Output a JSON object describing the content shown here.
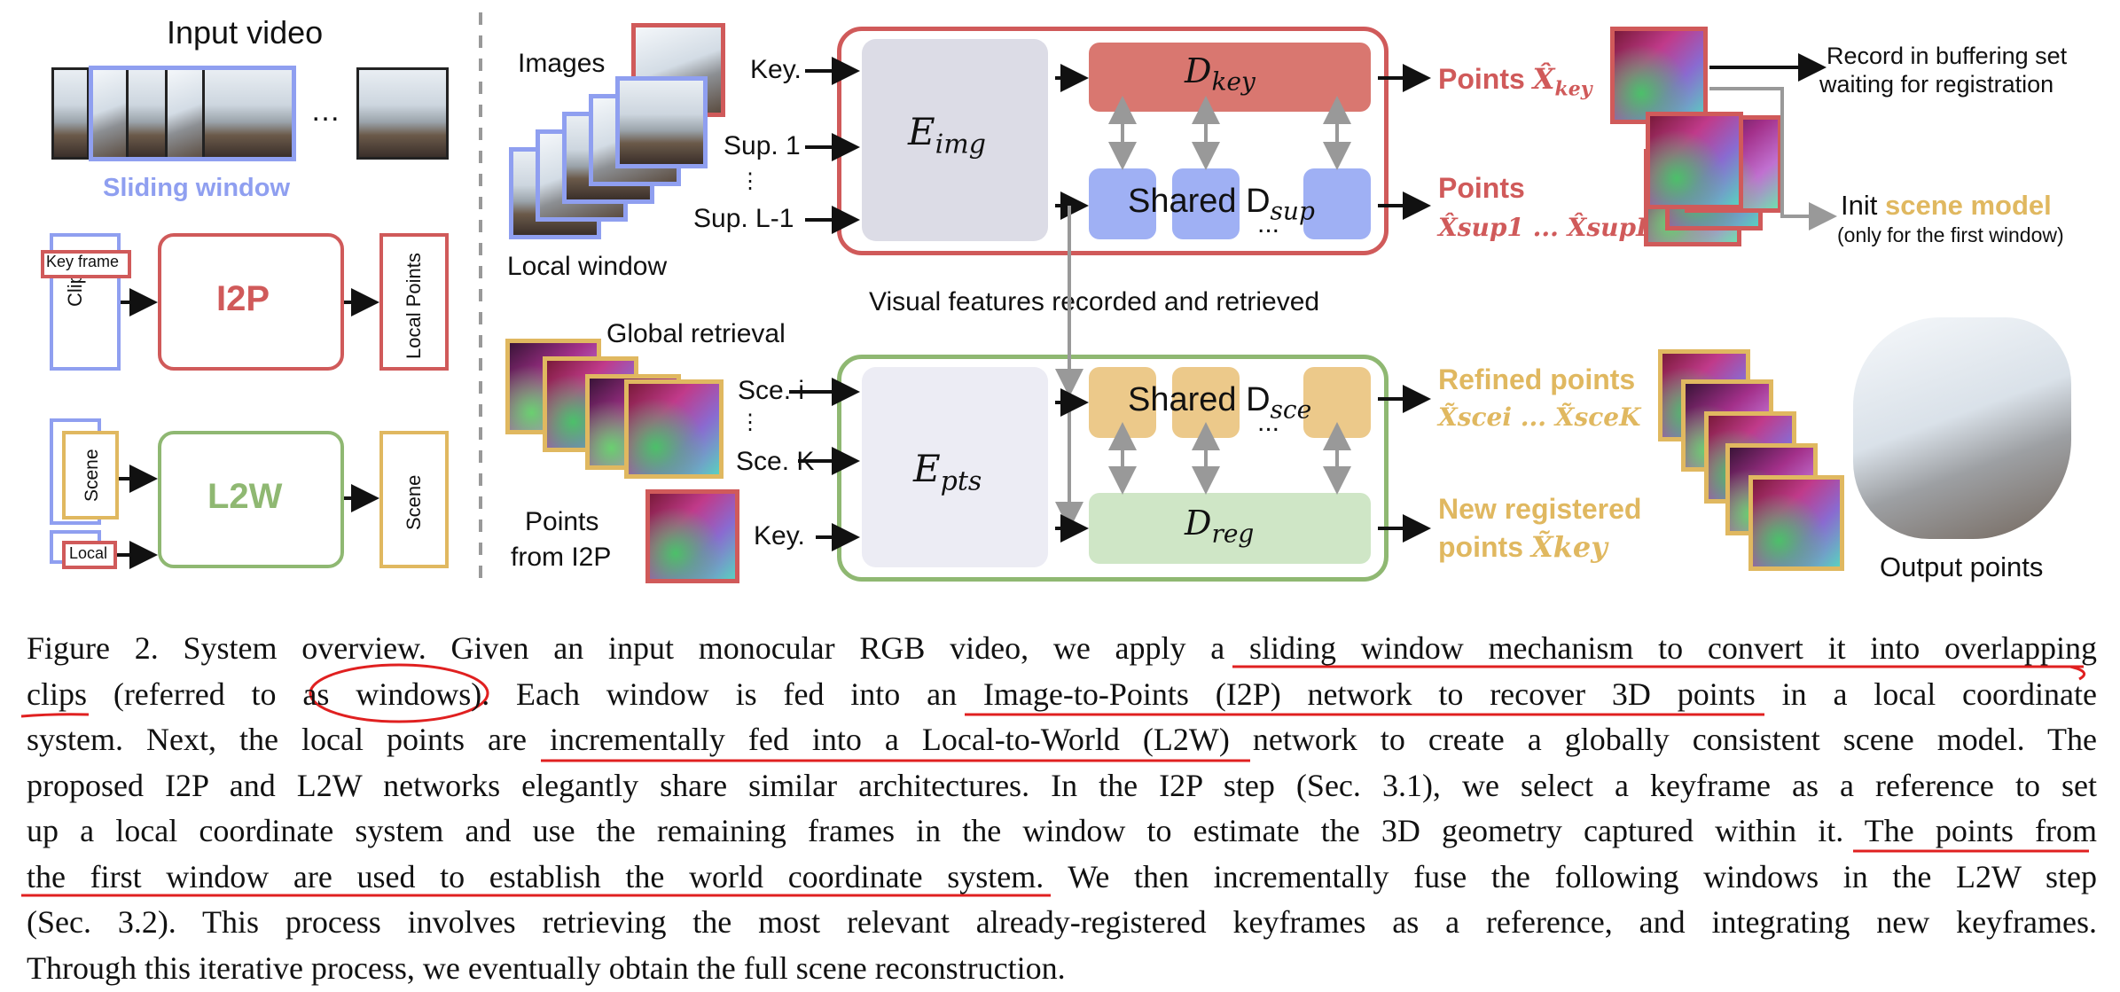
{
  "left": {
    "input_video": "Input video",
    "ellipsis": "…",
    "sliding_window": "Sliding window",
    "key_frame": "Key frame",
    "clip": "Clip",
    "i2p": "I2P",
    "local_points": "Local Points",
    "scene": "Scene",
    "local": "Local",
    "l2w": "L2W",
    "scene_out": "Scene"
  },
  "top": {
    "images": "Images",
    "local_window": "Local window",
    "key": "Key.",
    "sup1": "Sup. 1",
    "vdots": "⋮",
    "supL": "Sup. L-1",
    "e_img": "E",
    "e_img_sub": "img",
    "d_key": "D",
    "d_key_sub": "key",
    "shared_dsup": "Shared D",
    "shared_dsup_sub": "sup",
    "dots": "...",
    "points_key_label": "Points",
    "points_key_math": "X̂",
    "points_key_sub": "key",
    "points_sup_label": "Points",
    "points_sup_math": "X̂sup1 ... X̂supL−1",
    "record": "Record in buffering set",
    "record2": "waiting for registration",
    "init": "Init ",
    "scene_model": "scene model",
    "only_first": "(only for the first window)"
  },
  "middle": {
    "visual_features": "Visual features recorded and retrieved"
  },
  "bottom": {
    "global_retrieval": "Global retrieval",
    "sce_i": "Sce. i",
    "vdots": "⋮",
    "sce_k": "Sce. K",
    "key": "Key.",
    "points_from": "Points",
    "from_i2p": "from I2P",
    "e_pts": "E",
    "e_pts_sub": "pts",
    "shared_dsce": "Shared D",
    "shared_dsce_sub": "sce",
    "dots": "...",
    "d_reg": "D",
    "d_reg_sub": "reg",
    "refined_points": "Refined points",
    "refined_math": "X̃scei ... X̃sceK",
    "new_registered": "New registered",
    "new_points": "points ",
    "new_points_math": "X̃key",
    "output_points": "Output points"
  },
  "caption": {
    "lines": [
      "Figure 2. System overview. Given an input monocular RGB video, we apply a sliding window mechanism to convert it into overlapping",
      "clips (referred to as windows). Each window is fed into an Image-to-Points (I2P) network to recover 3D points in a local coordinate",
      "system. Next, the local points are incrementally fed into a Local-to-World (L2W) network to create a globally consistent scene model. The",
      "proposed I2P and L2W networks elegantly share similar architectures. In the I2P step (Sec. 3.1), we select a keyframe as a reference to set",
      "up a local coordinate system and use the remaining frames in the window to estimate the 3D geometry captured within it. The points from",
      "the first window are used to establish the world coordinate system. We then incrementally fuse the following windows in the L2W step",
      "(Sec. 3.2). This process involves retrieving the most relevant already-registered keyframes as a reference, and integrating new keyframes.",
      "Through this iterative process, we eventually obtain the full scene reconstruction."
    ]
  },
  "colors": {
    "red": "#d05a5a",
    "green": "#8fb872",
    "blue": "#8f9ff0",
    "gold": "#e0b860",
    "gray_box": "#dcdce6",
    "underline": "#e02020"
  }
}
